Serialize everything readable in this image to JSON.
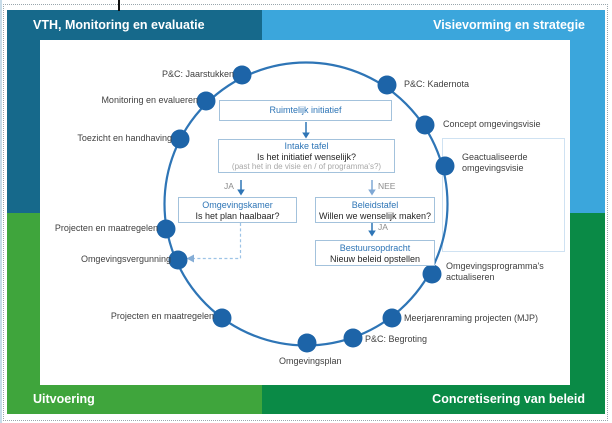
{
  "quadrants": {
    "top_left": {
      "label": "VTH, Monitoring en evaluatie",
      "color": "#16698B"
    },
    "top_right": {
      "label": "Visievorming en strategie",
      "color": "#3BA6DC"
    },
    "bottom_left": {
      "label": "Uitvoering",
      "color": "#3FA53C"
    },
    "bottom_right": {
      "label": "Concretisering van beleid",
      "color": "#0A8A46"
    }
  },
  "diagram": {
    "circle_color": "#2E75B6",
    "node_dot_color": "#1D64A8",
    "nodes": [
      {
        "label": "P&C: Jaarstukken"
      },
      {
        "label": "Monitoring en evalueren"
      },
      {
        "label": "Toezicht en handhaving"
      },
      {
        "label": "Projecten en maatregelen"
      },
      {
        "label": "Omgevingsvergunning"
      },
      {
        "label": "Projecten en maatregelen"
      },
      {
        "label": "Omgevingsplan"
      },
      {
        "label": "P&C: Begroting"
      },
      {
        "label": "Meerjarenraming projecten (MJP)"
      },
      {
        "label": "Omgevingsprogramma's actualiseren"
      },
      {
        "label": "Geactualiseerde omgevingsvisie"
      },
      {
        "label": "Concept omgevingsvisie"
      },
      {
        "label": "P&C: Kadernota"
      }
    ],
    "flow": {
      "start_title": "Ruimtelijk initiatief",
      "intake_title": "Intake tafel",
      "intake_question": "Is het initiatief wenselijk?",
      "intake_hint": "(past het in de visie en / of programma's?)",
      "ja_label": "JA",
      "nee_label": "NEE",
      "omgevingskamer_title": "Omgevingskamer",
      "omgevingskamer_question": "Is het plan haalbaar?",
      "beleidstafel_title": "Beleidstafel",
      "beleidstafel_question": "Willen we wenselijk maken?",
      "ja2_label": "JA",
      "bestuursopdracht_title": "Bestuursopdracht",
      "bestuursopdracht_question": "Nieuw beleid opstellen"
    }
  }
}
